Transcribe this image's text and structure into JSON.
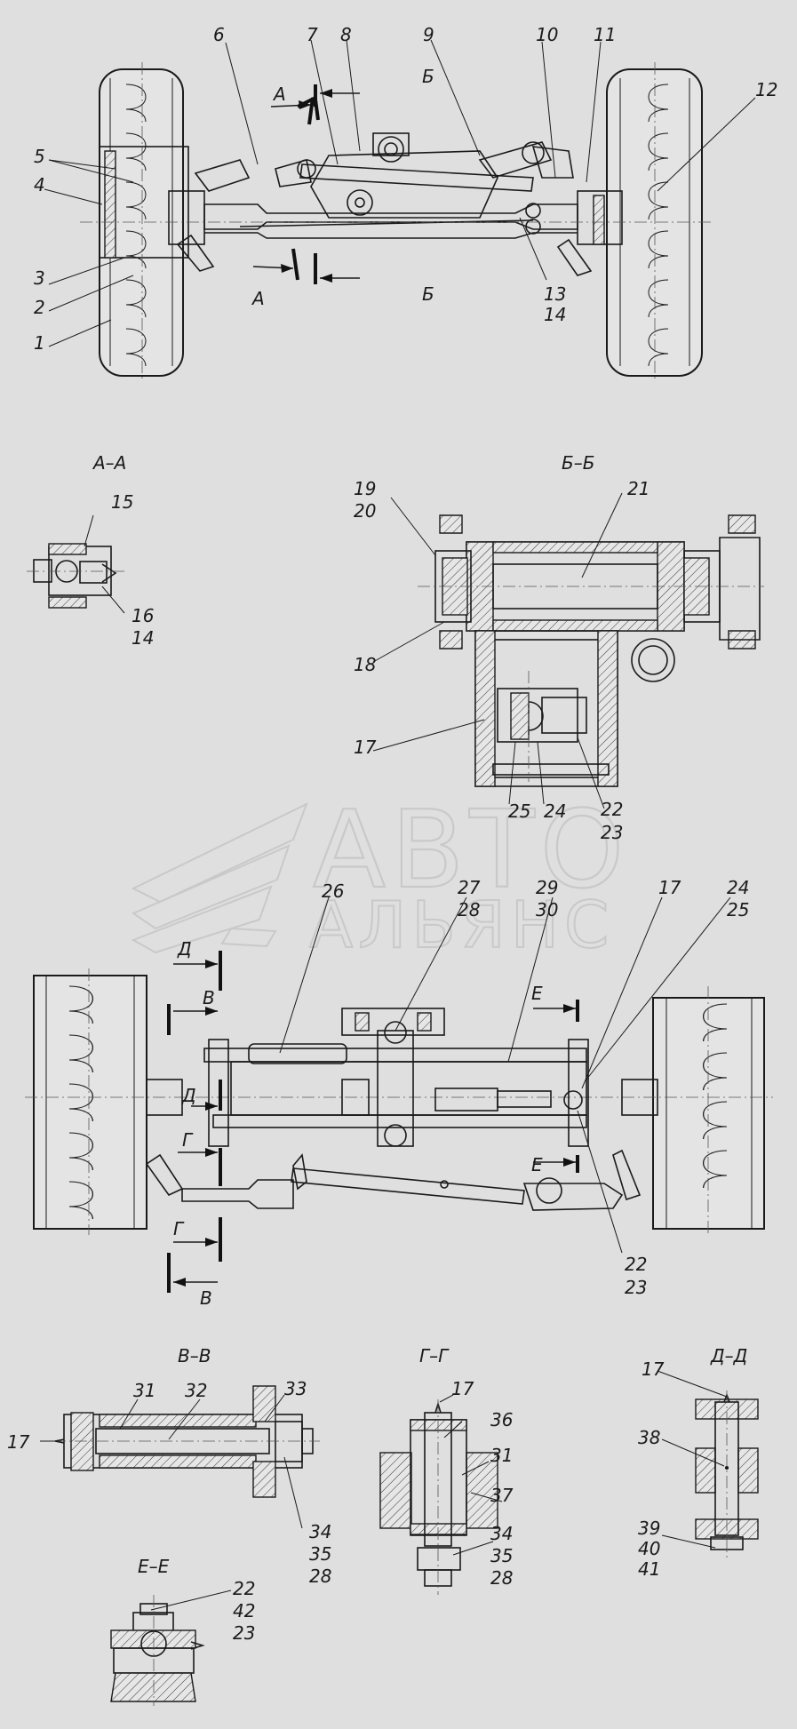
{
  "watermark": {
    "line1": "АВТО",
    "line2": "АЛЬЯНС"
  },
  "section_titles": {
    "aa": "А–А",
    "bb": "Б–Б",
    "vv": "В–В",
    "gg": "Г–Г",
    "dd": "Д–Д",
    "ee": "Е–Е"
  },
  "cut_letters": {
    "a": "А",
    "b": "Б",
    "v": "В",
    "g": "Г",
    "d": "Д",
    "e": "Е"
  },
  "top_view_callouts": [
    "1",
    "2",
    "3",
    "4",
    "5",
    "6",
    "7",
    "8",
    "9",
    "10",
    "11",
    "12",
    "13",
    "14"
  ],
  "aa_callouts": [
    "15",
    "16",
    "14"
  ],
  "bb_callouts": [
    "19",
    "20",
    "21",
    "18",
    "17",
    "25",
    "24",
    "22",
    "23"
  ],
  "bottom_view_callouts": [
    "26",
    "27",
    "28",
    "29",
    "30",
    "17",
    "24",
    "25",
    "22",
    "23"
  ],
  "vv_callouts": [
    "31",
    "32",
    "33",
    "17",
    "34",
    "35",
    "28"
  ],
  "gg_callouts": [
    "17",
    "36",
    "31",
    "37",
    "34",
    "35",
    "28"
  ],
  "dd_callouts": [
    "17",
    "38",
    "39",
    "40",
    "41"
  ],
  "ee_callouts": [
    "22",
    "42",
    "23"
  ]
}
